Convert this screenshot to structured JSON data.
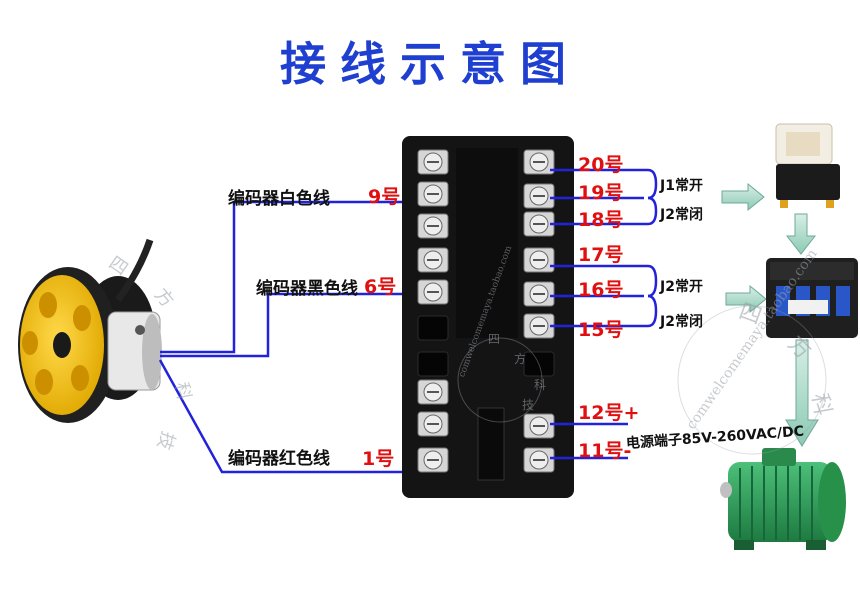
{
  "title": "接线示意图",
  "encoder_wires": {
    "white": {
      "label": "编码器白色线",
      "terminal": "9号"
    },
    "black": {
      "label": "编码器黑色线",
      "terminal": "6号"
    },
    "red": {
      "label": "编码器红色线",
      "terminal": "1号"
    }
  },
  "right_terminals": {
    "t20": "20号",
    "t19": "19号",
    "t18": "18号",
    "t17": "17号",
    "t16": "16号",
    "t15": "15号",
    "t12": "12号+",
    "t11": "11号-"
  },
  "relay_labels": {
    "j1_no": "J1常开",
    "j2_nc_a": "J2常闭",
    "j2_no": "J2常开",
    "j2_nc_b": "J2常闭"
  },
  "power_label": "电源端子85V-260VAC/DC",
  "watermark": {
    "url": "comwelcomemaya.taobao.com",
    "chars": [
      "四",
      "方",
      "科",
      "技"
    ]
  },
  "colors": {
    "title": "#1f3fd0",
    "wire": "#2222dd",
    "red_text": "#e01010",
    "arrow": "#9fd0c0",
    "controller": "#141414",
    "wheel": "#f2c10f",
    "motor": "#2f9a55"
  }
}
